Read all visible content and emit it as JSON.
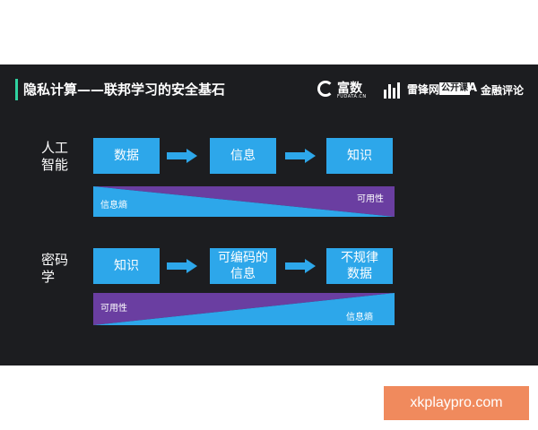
{
  "slide": {
    "title": "隐私计算——联邦学习的安全基石",
    "accent_color": "#2fd2a0",
    "box_color": "#2da7ea",
    "band_purple": "#6a3ea1"
  },
  "logos": {
    "fudata": {
      "name": "富数",
      "sub": "FUDATA.CN"
    },
    "leiphone": {
      "name": "雷锋网",
      "tag": "公开课"
    },
    "jinrong": {
      "mark": "A",
      "name": "金融评论"
    }
  },
  "rows": [
    {
      "label": "人工\n智能",
      "boxes": [
        "数据",
        "信息",
        "知识"
      ],
      "band": {
        "left_label": "信息熵",
        "right_label": "可用性"
      }
    },
    {
      "label": "密码\n学",
      "boxes": [
        "知识",
        "可编码的\n信息",
        "不规律\n数据"
      ],
      "band": {
        "left_label": "可用性",
        "right_label": "信息熵"
      }
    }
  ],
  "watermark": "xkplaypro.com"
}
